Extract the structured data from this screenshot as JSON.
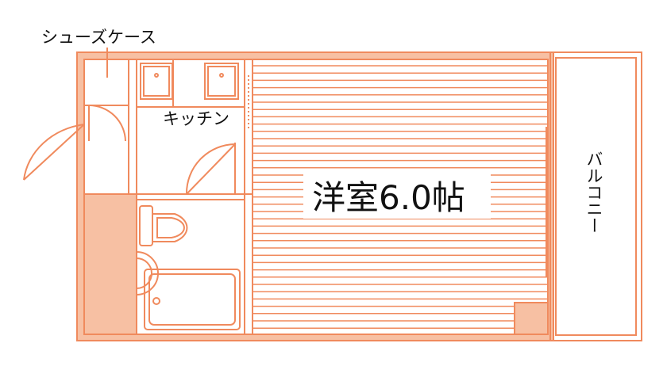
{
  "labels": {
    "shoe_case": "シューズケース",
    "kitchen": "キッチン",
    "room": "洋室6.0帖",
    "balcony": "バルコニー"
  },
  "colors": {
    "wall": "#F08A5D",
    "wall_fill": "#F7C0A3",
    "background": "#FFFFFF",
    "text": "#111111"
  }
}
